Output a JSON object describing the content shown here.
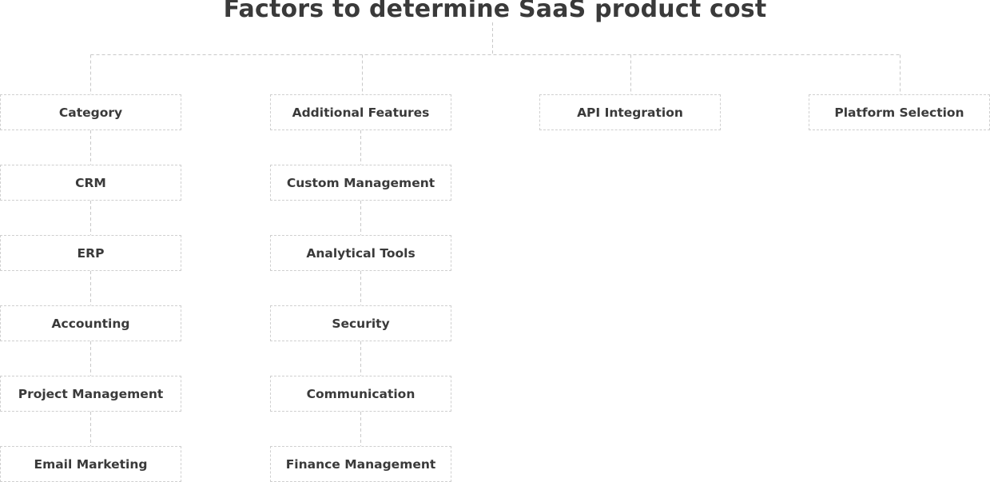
{
  "title": "Factors to determine SaaS product cost",
  "branches": [
    {
      "label": "Category",
      "children": [
        "CRM",
        "ERP",
        "Accounting",
        "Project Management",
        "Email Marketing"
      ]
    },
    {
      "label": "Additional Features",
      "children": [
        "Custom Management",
        "Analytical Tools",
        "Security",
        "Communication",
        "Finance Management"
      ]
    },
    {
      "label": "API Integration",
      "children": []
    },
    {
      "label": "Platform Selection",
      "children": []
    }
  ]
}
